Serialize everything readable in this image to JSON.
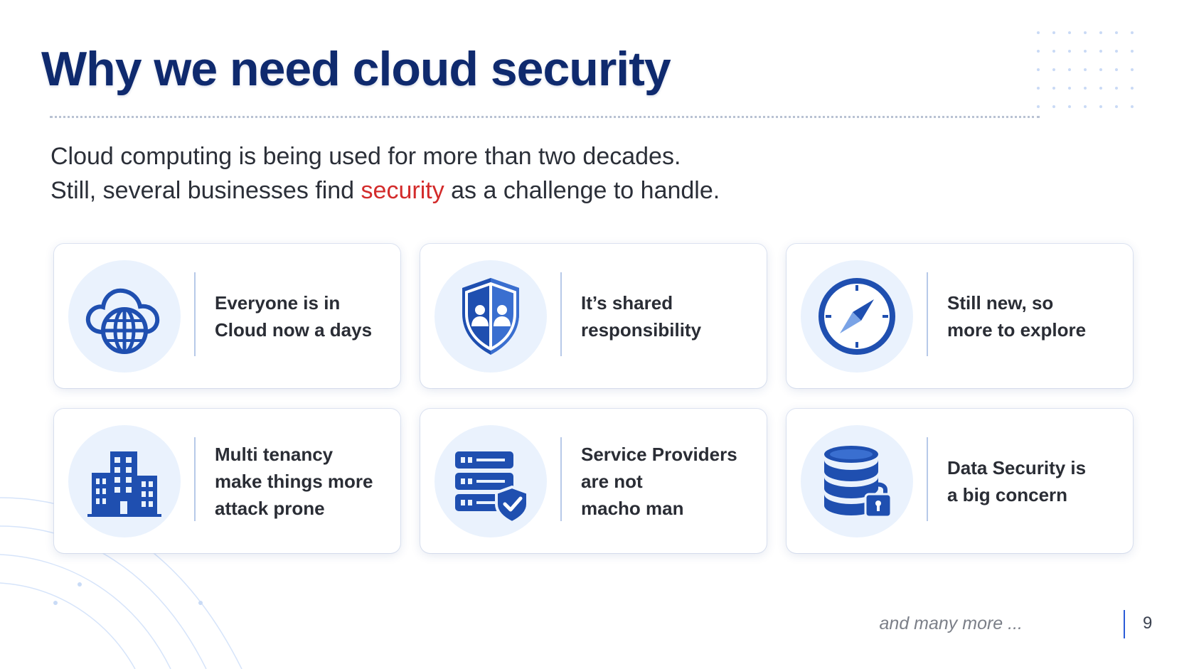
{
  "slide": {
    "title": "Why we need cloud security",
    "intro": {
      "line1": "Cloud computing is being used for more than two decades.",
      "line2_before": "Still, several businesses find ",
      "line2_highlight": "security",
      "line2_after": " as a challenge to handle."
    },
    "cards": [
      {
        "icon": "cloud-globe-icon",
        "lines": [
          "Everyone is in",
          "Cloud now a days"
        ]
      },
      {
        "icon": "shield-users-icon",
        "lines": [
          "It’s shared",
          "responsibility"
        ]
      },
      {
        "icon": "compass-icon",
        "lines": [
          "Still new, so",
          "more to explore"
        ]
      },
      {
        "icon": "buildings-icon",
        "lines": [
          "Multi tenancy",
          "make things more",
          "attack prone"
        ]
      },
      {
        "icon": "server-shield-icon",
        "lines": [
          "Service Providers",
          "are not",
          "macho man"
        ]
      },
      {
        "icon": "database-lock-icon",
        "lines": [
          "Data Security is",
          "a big concern"
        ]
      }
    ],
    "footer": {
      "more_text": "and many more ...",
      "page_number": "9"
    }
  },
  "colors": {
    "title": "#0f2a6e",
    "accent_red": "#d32b2b",
    "icon_blue": "#1f4fb0",
    "icon_bg": "#eaf2fd",
    "separator": "#b7c9e8"
  }
}
